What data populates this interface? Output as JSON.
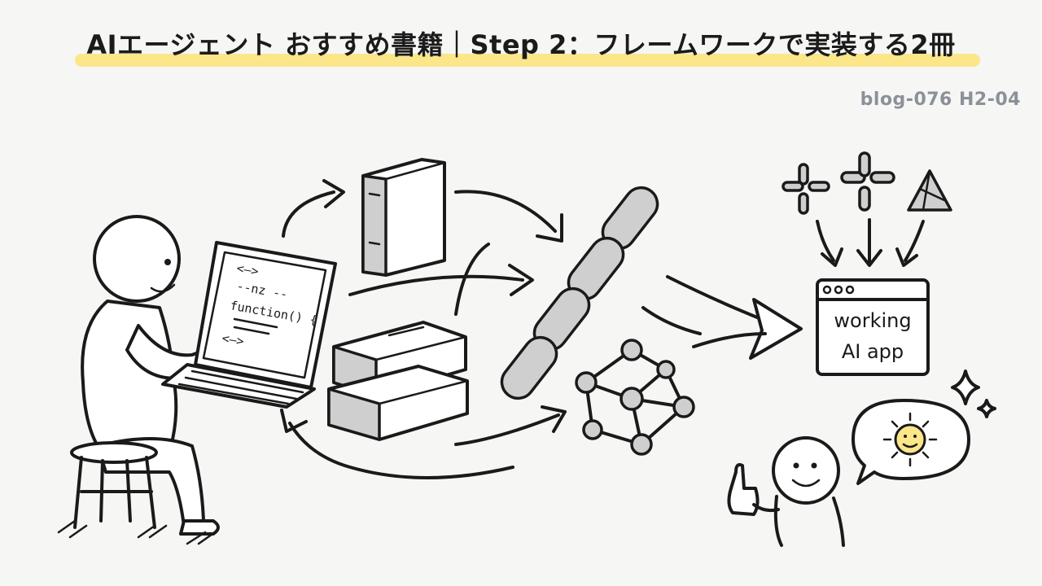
{
  "header": {
    "title": "AIエージェント おすすめ書籍｜Step 2：フレームワークで実装する2冊",
    "tag": "blog-076  H2-04"
  },
  "laptop": {
    "code_lines": [
      "<–>",
      "--nz --",
      "function() {",
      "<–>"
    ]
  },
  "app_window": {
    "line1": "working",
    "line2": "AI app"
  },
  "icons": [
    "slack-like-icon",
    "slack-like-icon",
    "triangle-logo-icon"
  ]
}
